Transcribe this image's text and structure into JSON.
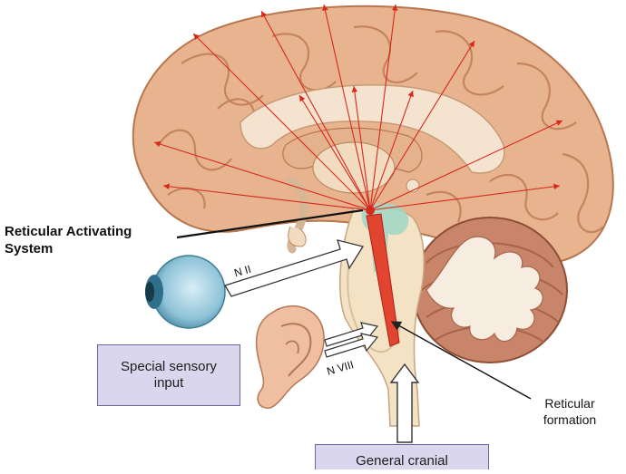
{
  "labels": {
    "reticular_activating_system": [
      "Reticular Activating",
      "System"
    ],
    "nerve_optic": "N II",
    "nerve_vestibulocochlear": "N VIII",
    "special_sensory_input": [
      "Special sensory",
      "input"
    ],
    "reticular_formation": [
      "Reticular",
      "formation"
    ],
    "general_cranial": "General cranial"
  },
  "colors": {
    "cortex": "#e7b48f",
    "cortex_shadow": "#c7865e",
    "arrow_red": "#d8271b",
    "brainstem": "#f3e2c4",
    "label_box": "#d9d6ee",
    "cerebellum": "#c9856a"
  }
}
